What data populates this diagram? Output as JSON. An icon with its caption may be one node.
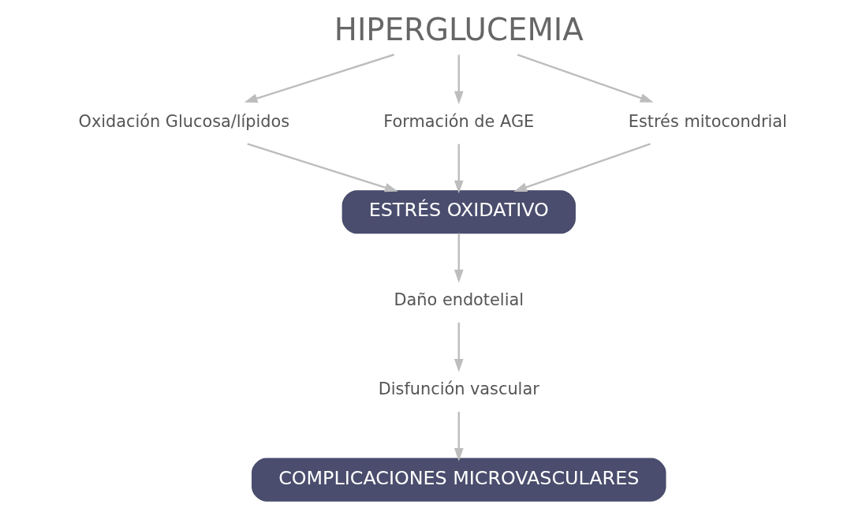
{
  "diagram": {
    "nodes": [
      {
        "text": [
          "HIPERGLUCEMIA"
        ]
      },
      {
        "text": [
          "Oxidación Glucosa/lípidos"
        ]
      },
      {
        "text": [
          "Formación de AGE"
        ]
      },
      {
        "text": [
          "Estrés mitocondrial"
        ]
      },
      {
        "text": [
          "ESTRÉS OXIDATIVO"
        ]
      },
      {
        "text": [
          "Daño endotelial"
        ]
      },
      {
        "text": [
          "Disfunción vascular"
        ]
      },
      {
        "text": [
          "COMPLICACIONES MICROVASCULARES"
        ]
      }
    ],
    "edges": [
      {
        "from": 0,
        "to": 1,
        "arrow": "to"
      },
      {
        "from": 0,
        "to": 2,
        "arrow": "to"
      },
      {
        "from": 0,
        "to": 3,
        "arrow": "to"
      },
      {
        "from": 1,
        "to": 4,
        "arrow": "to"
      },
      {
        "from": 2,
        "to": 4,
        "arrow": "to"
      },
      {
        "from": 3,
        "to": 4,
        "arrow": "to"
      },
      {
        "from": 4,
        "to": 5,
        "arrow": "to"
      },
      {
        "from": 5,
        "to": 6,
        "arrow": "to"
      },
      {
        "from": 6,
        "to": 7,
        "arrow": "to"
      }
    ]
  }
}
